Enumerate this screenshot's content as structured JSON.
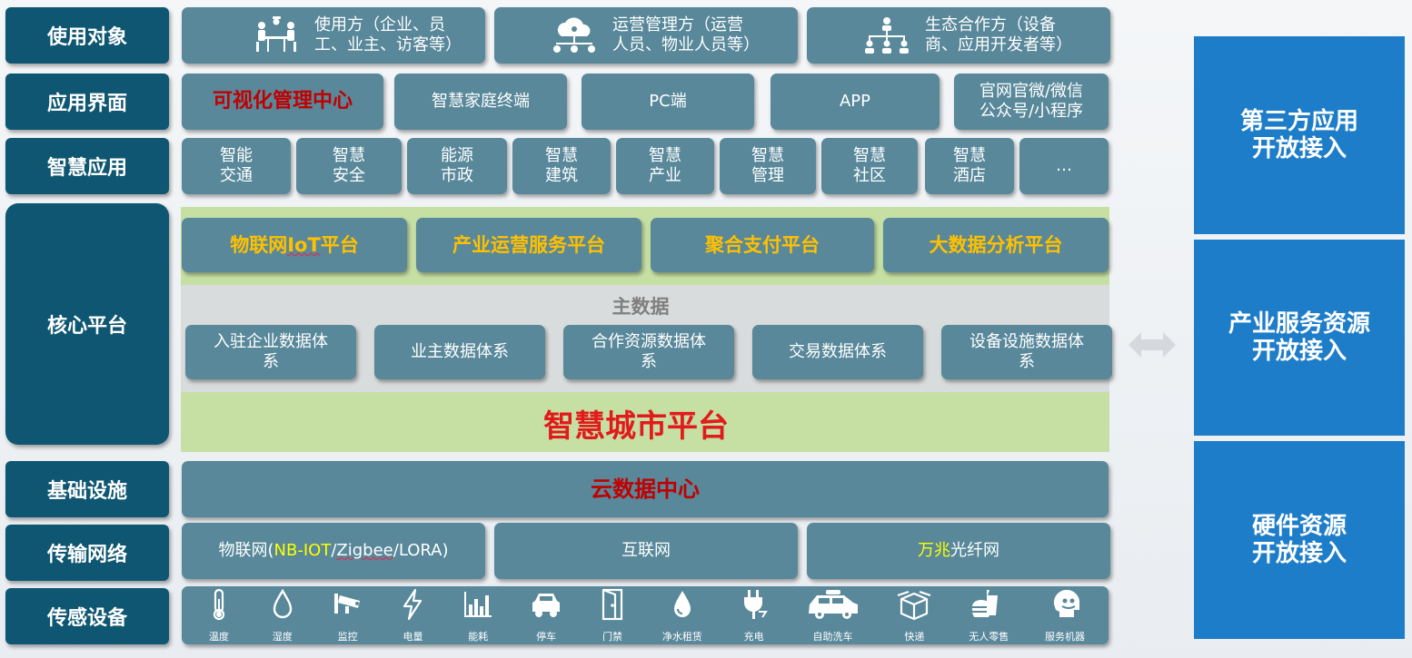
{
  "rows": {
    "users": "使用对象",
    "ui": "应用界面",
    "apps": "智慧应用",
    "core": "核心平台",
    "infra": "基础设施",
    "network": "传输网络",
    "sensors": "传感设备"
  },
  "users": [
    {
      "line1": "使用方（企业、员",
      "line2": "工、业主、访客等）",
      "icon": "meeting-people-icon"
    },
    {
      "line1": "运营管理方（运营",
      "line2": "人员、物业人员等）",
      "icon": "cloud-network-icon"
    },
    {
      "line1": "生态合作方（设备",
      "line2": "商、应用开发者等）",
      "icon": "org-chart-icon"
    }
  ],
  "ui": {
    "visual_center": "可视化管理中心",
    "home_terminal": "智慧家庭终端",
    "pc": "PC端",
    "app": "APP",
    "official_line1": "官网官微/微信",
    "official_line2": "公众号/小程序"
  },
  "apps": [
    [
      "智能",
      "交通"
    ],
    [
      "智慧",
      "安全"
    ],
    [
      "能源",
      "市政"
    ],
    [
      "智慧",
      "建筑"
    ],
    [
      "智慧",
      "产业"
    ],
    [
      "智慧",
      "管理"
    ],
    [
      "智慧",
      "社区"
    ],
    [
      "智慧",
      "酒店"
    ],
    [
      "…",
      ""
    ]
  ],
  "core": {
    "platforms": [
      {
        "pre": "物联网",
        "wavy": "IoT",
        "post": "平台"
      },
      {
        "pre": "产业运营服务平台",
        "wavy": "",
        "post": ""
      },
      {
        "pre": "聚合支付平台",
        "wavy": "",
        "post": ""
      },
      {
        "pre": "大数据分析平台",
        "wavy": "",
        "post": ""
      }
    ],
    "master_data": "主数据",
    "data_systems": [
      [
        "入驻企业数据体",
        "系"
      ],
      [
        "业主数据体系",
        ""
      ],
      [
        "合作资源数据体",
        "系"
      ],
      [
        "交易数据体系",
        ""
      ],
      [
        "设备设施数据体",
        "系"
      ]
    ],
    "smart_city": "智慧城市平台"
  },
  "infra": {
    "cloud": "云数据中心"
  },
  "network": {
    "iot_pre": "物联网(",
    "iot_yellow": "NB-IOT",
    "iot_slash1": "/",
    "iot_zigbee": "Zigbee",
    "iot_rest": "/LORA)",
    "internet": "互联网",
    "fiber_yellow": "万兆",
    "fiber_rest": "光纤网"
  },
  "sensors": [
    {
      "label": "温度",
      "icon": "thermometer-icon"
    },
    {
      "label": "湿度",
      "icon": "water-drop-icon"
    },
    {
      "label": "监控",
      "icon": "cctv-camera-icon"
    },
    {
      "label": "电量",
      "icon": "lightning-icon"
    },
    {
      "label": "能耗",
      "icon": "bar-chart-icon"
    },
    {
      "label": "停车",
      "icon": "car-icon"
    },
    {
      "label": "门禁",
      "icon": "door-icon"
    },
    {
      "label": "净水租赁",
      "icon": "drop-filled-icon"
    },
    {
      "label": "充电",
      "icon": "plug-icon"
    },
    {
      "label": "自助洗车",
      "icon": "car-wash-icon"
    },
    {
      "label": "快递",
      "icon": "package-icon"
    },
    {
      "label": "无人零售",
      "icon": "drink-burger-icon"
    },
    {
      "label": "服务机器",
      "icon": "robot-head-icon"
    }
  ],
  "right": {
    "third_party_l1": "第三方应用",
    "third_party_l2": "开放接入",
    "industry_l1": "产业服务资源",
    "industry_l2": "开放接入",
    "hardware_l1": "硬件资源",
    "hardware_l2": "开放接入"
  },
  "colors": {
    "row_label_bg": "#0e5671",
    "tile_bg": "#58889a",
    "platform_text": "#ffc000",
    "green_band": "#c6e0a4",
    "right_blue": "#1e7dc8",
    "accent_red": "#e11b1b"
  }
}
